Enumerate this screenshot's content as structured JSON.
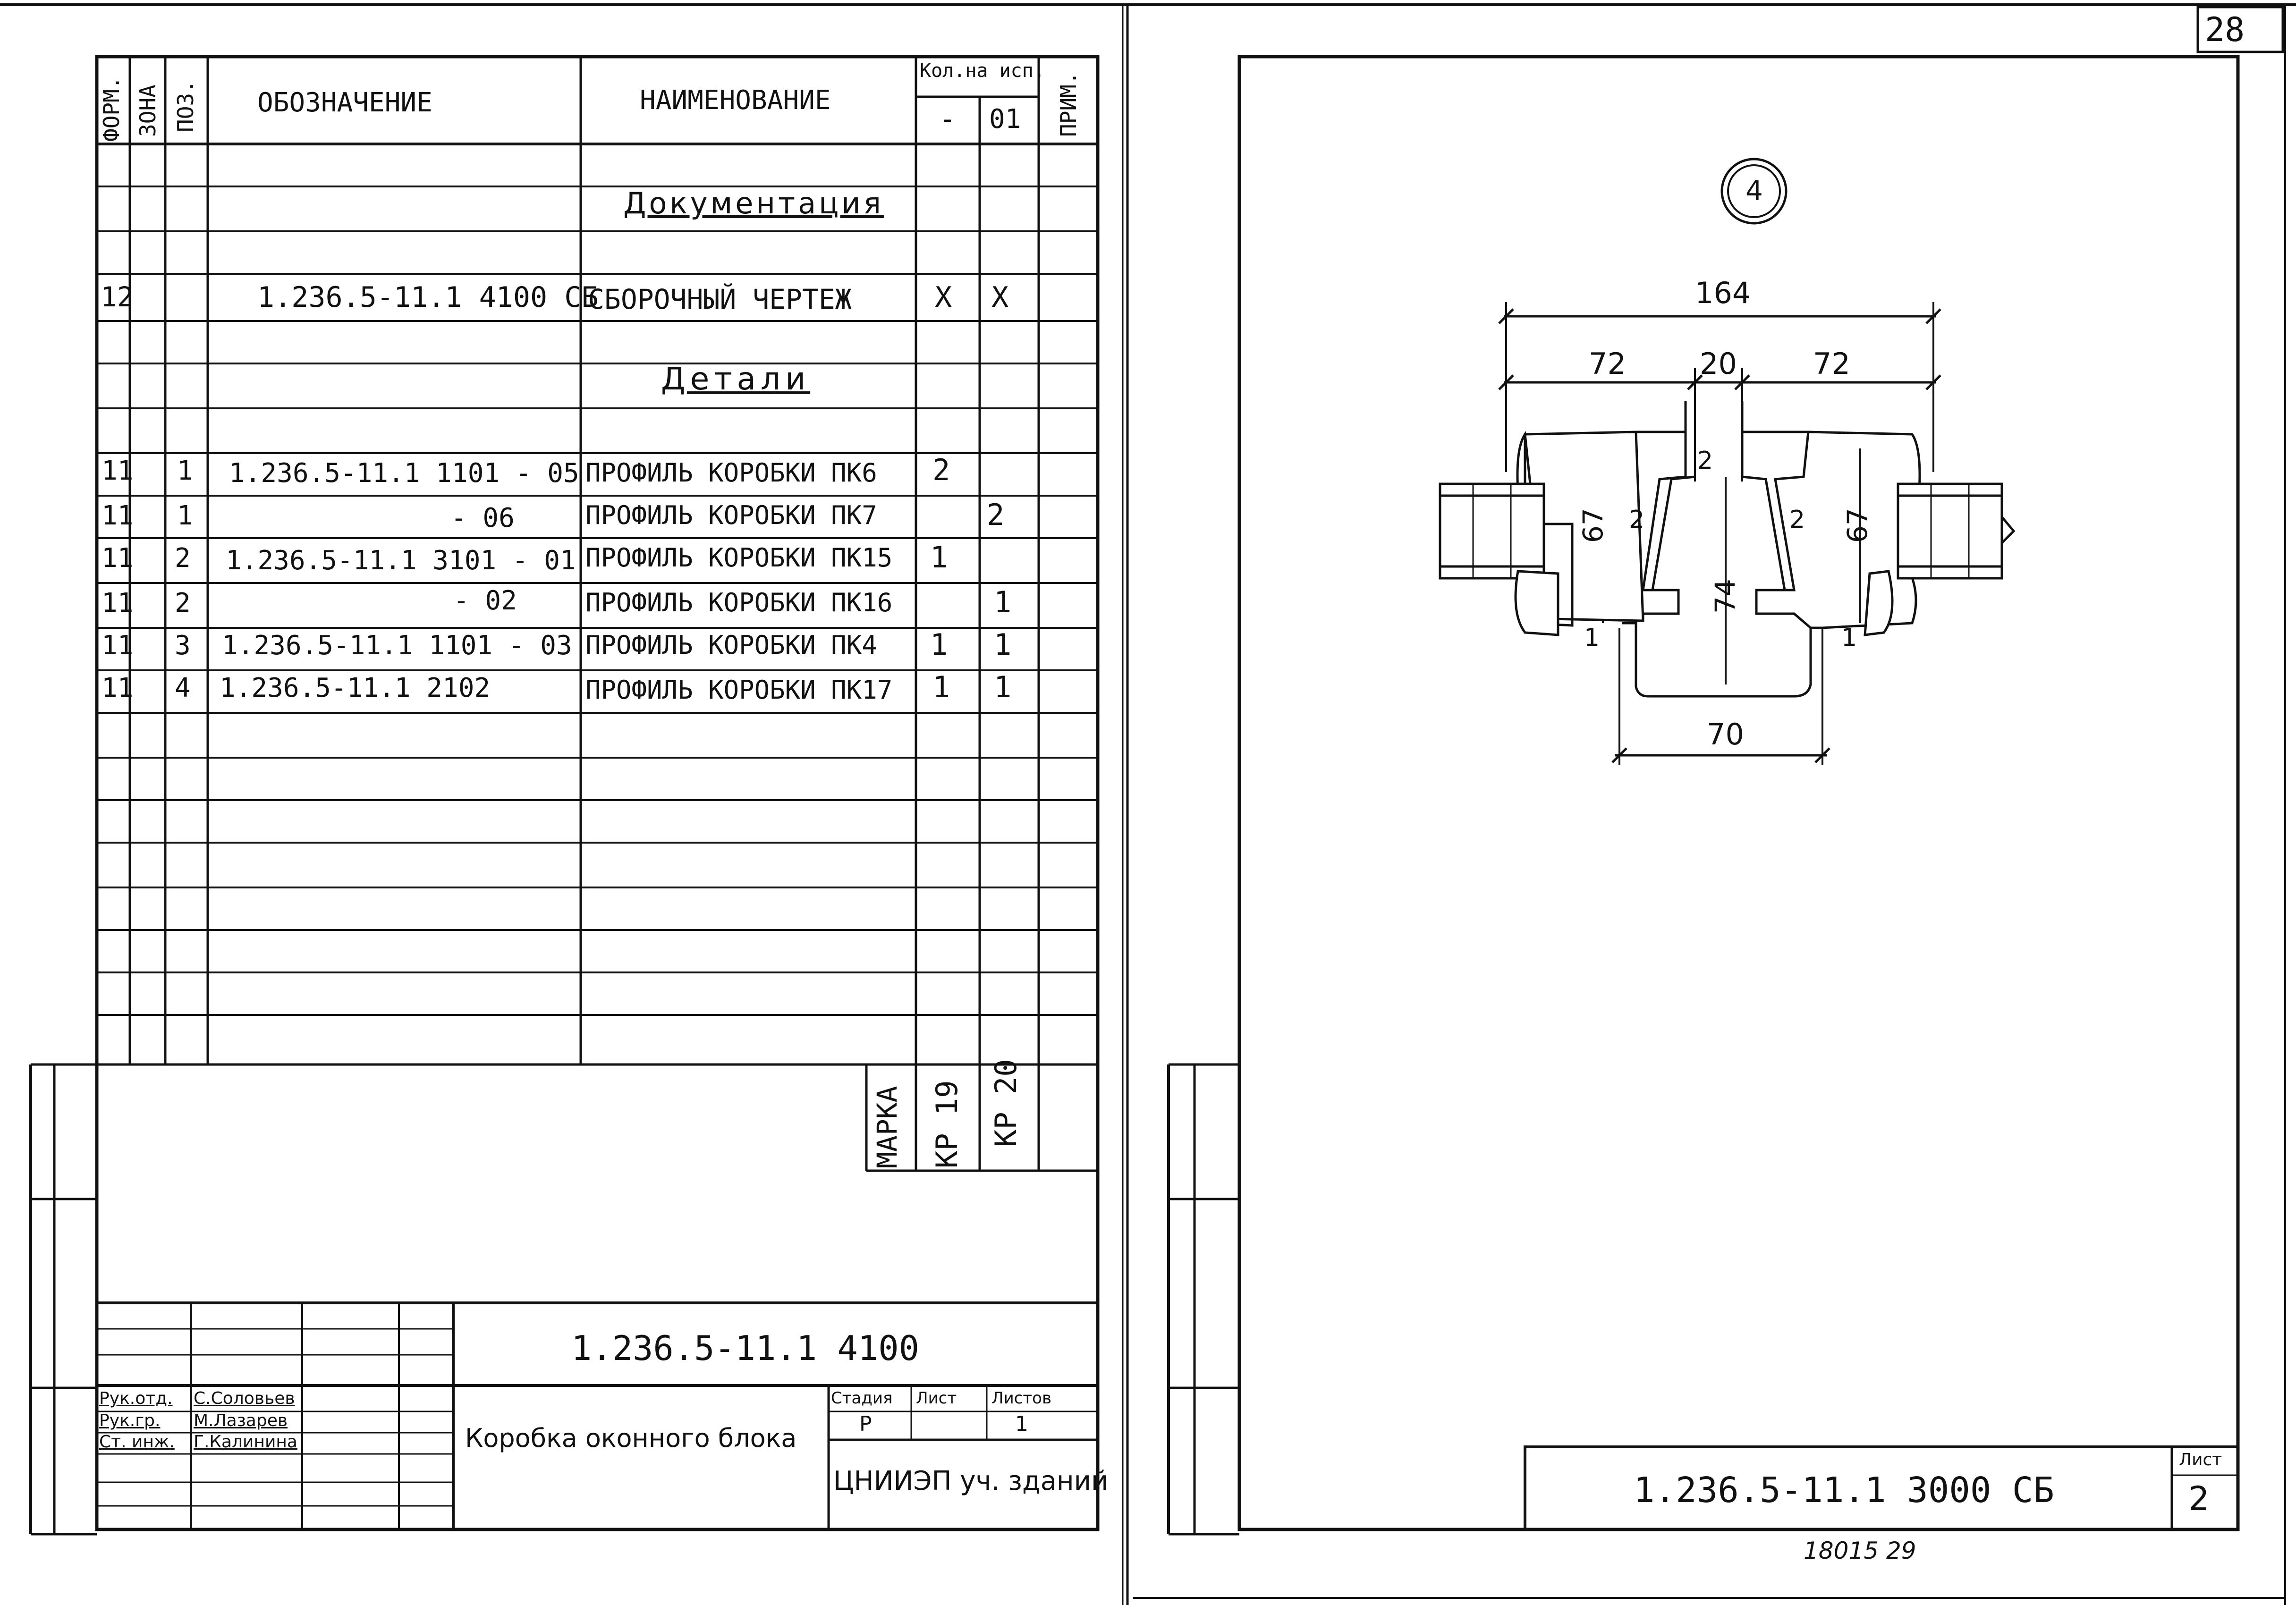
{
  "sheet_number_corner": "28",
  "spec": {
    "headers": {
      "form": "ФОРМ.",
      "zone": "ЗОНА",
      "pos": "ПОЗ.",
      "designation": "ОБОЗНАЧЕНИЕ",
      "name": "НАИМЕНОВАНИЕ",
      "qty": "Кол.на исп.",
      "qty_sub1": "-",
      "qty_sub2": "01",
      "note": "ПРИМ."
    },
    "section_docs": "Документация",
    "section_parts": "Детали",
    "doc_row": {
      "form": "12",
      "designation": "1.236.5-11.1 4100 СБ",
      "name": "СБОРОЧНЫЙ ЧЕРТЕЖ",
      "q1": "Х",
      "q2": "Х"
    },
    "rows": [
      {
        "form": "11",
        "pos": "1",
        "designation": "1.236.5-11.1 1101 - 05",
        "name": "ПРОФИЛЬ КОРОБКИ ПК6",
        "q1": "2",
        "q2": ""
      },
      {
        "form": "11",
        "pos": "1",
        "designation": "- 06",
        "name": "ПРОФИЛЬ КОРОБКИ ПК7",
        "q1": "",
        "q2": "2"
      },
      {
        "form": "11",
        "pos": "2",
        "designation": "1.236.5-11.1 3101 - 01",
        "name": "ПРОФИЛЬ КОРОБКИ ПК15",
        "q1": "1",
        "q2": ""
      },
      {
        "form": "11",
        "pos": "2",
        "designation": "- 02",
        "name": "ПРОФИЛЬ КОРОБКИ ПК16",
        "q1": "",
        "q2": "1"
      },
      {
        "form": "11",
        "pos": "3",
        "designation": "1.236.5-11.1 1101 - 03",
        "name": "ПРОФИЛЬ КОРОБКИ ПК4",
        "q1": "1",
        "q2": "1"
      },
      {
        "form": "11",
        "pos": "4",
        "designation": "1.236.5-11.1 2102",
        "name": "ПРОФИЛЬ КОРОБКИ ПК17",
        "q1": "1",
        "q2": "1"
      }
    ],
    "marka_label": "МАРКА",
    "marka_1": "КР 19",
    "marka_2": "КР 20"
  },
  "title_block": {
    "code": "1.236.5-11.1 4100",
    "roles": [
      "Рук.отд.",
      "Рук.гр.",
      "Ст. инж."
    ],
    "names": [
      "С.Соловьев",
      "М.Лазарев",
      "Г.Калинина"
    ],
    "title": "Коробка оконного блока",
    "stage_label": "Стадия",
    "sheet_label": "Лист",
    "sheets_label": "Листов",
    "stage": "Р",
    "sheets": "1",
    "org": "ЦНИИЭП уч. зданий"
  },
  "drawing": {
    "callout": "4",
    "dims": [
      "164",
      "72",
      "20",
      "72",
      "67",
      "67",
      "2",
      "2",
      "2",
      "74",
      "1",
      "1",
      "70"
    ],
    "code": "1.236.5-11.1 3000 СБ",
    "sheet_label": "Лист",
    "sheet": "2",
    "footer": "18015   29"
  }
}
